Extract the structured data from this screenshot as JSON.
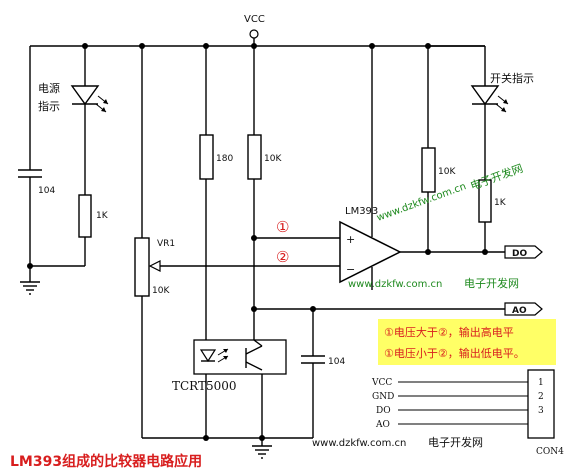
{
  "labels": {
    "vcc_top": "VCC",
    "power_led_line1": "电源",
    "power_led_line2": "指示",
    "switch_led": "开关指示",
    "cap_left": "104",
    "res_left": "1K",
    "res_180": "180",
    "res_10k_mid": "10K",
    "res_10k_right": "10K",
    "res_1k_right": "1K",
    "comparator": "LM393",
    "plus_sign": "+",
    "minus_sign": "−",
    "circle_1": "①",
    "circle_2": "②",
    "vr_name": "VR1",
    "vr_value": "10K",
    "sensor": "TCRT5000",
    "cap_bottom": "104",
    "do_out": "DO",
    "ao_out": "AO"
  },
  "notes": {
    "line1": "①电压大于②，输出高电平",
    "line2": "①电压小于②，输出低电平。"
  },
  "connector": {
    "name": "CON4",
    "pins": [
      {
        "label": "VCC",
        "num": "1"
      },
      {
        "label": "GND",
        "num": "2"
      },
      {
        "label": "DO",
        "num": "3"
      },
      {
        "label": "AO",
        "num": ""
      }
    ]
  },
  "watermarks": {
    "wm1": "www.dzkfw.com.cn",
    "wm1b": "电子开发网",
    "wm2": "www.dzkfw.com.cn",
    "wm2b": "电子开发网",
    "wm3": "www.dzkfw.com.cn",
    "wm3b": "电子开发网"
  },
  "title": "LM393组成的比较器电路应用",
  "colors": {
    "note_bg": "#ffff66",
    "note_text": "#d81e1e",
    "watermark": "#1f8a1f",
    "title": "#d81e1e"
  }
}
